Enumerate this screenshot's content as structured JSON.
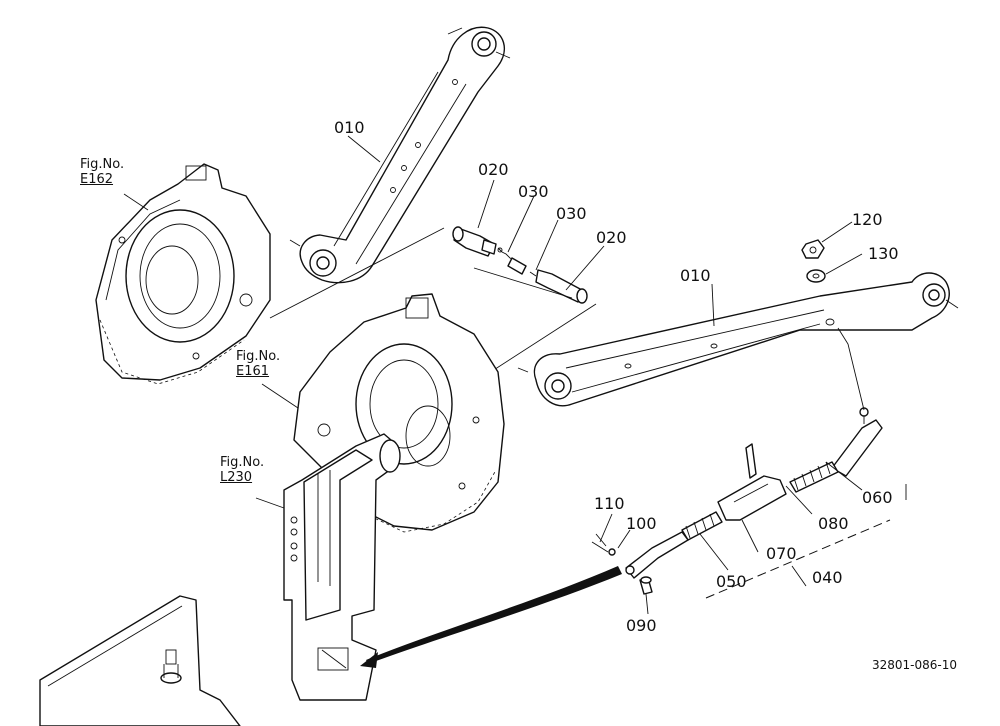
{
  "parts": [
    {
      "id": "p1",
      "text": "010"
    },
    {
      "id": "p2",
      "text": "020"
    },
    {
      "id": "p3",
      "text": "030"
    },
    {
      "id": "p4",
      "text": "030"
    },
    {
      "id": "p5",
      "text": "020"
    },
    {
      "id": "p6",
      "text": "120"
    },
    {
      "id": "p7",
      "text": "130"
    },
    {
      "id": "p8",
      "text": "010"
    },
    {
      "id": "p9",
      "text": "110"
    },
    {
      "id": "p10",
      "text": "100"
    },
    {
      "id": "p11",
      "text": "060"
    },
    {
      "id": "p12",
      "text": "080"
    },
    {
      "id": "p13",
      "text": "070"
    },
    {
      "id": "p14",
      "text": "050"
    },
    {
      "id": "p15",
      "text": "040"
    },
    {
      "id": "p16",
      "text": "090"
    }
  ],
  "refs": [
    {
      "prefix": "Fig.No.",
      "code": "E162"
    },
    {
      "prefix": "Fig.No.",
      "code": "E161"
    },
    {
      "prefix": "Fig.No.",
      "code": "L230"
    }
  ],
  "doc_number": "32801-086-10"
}
